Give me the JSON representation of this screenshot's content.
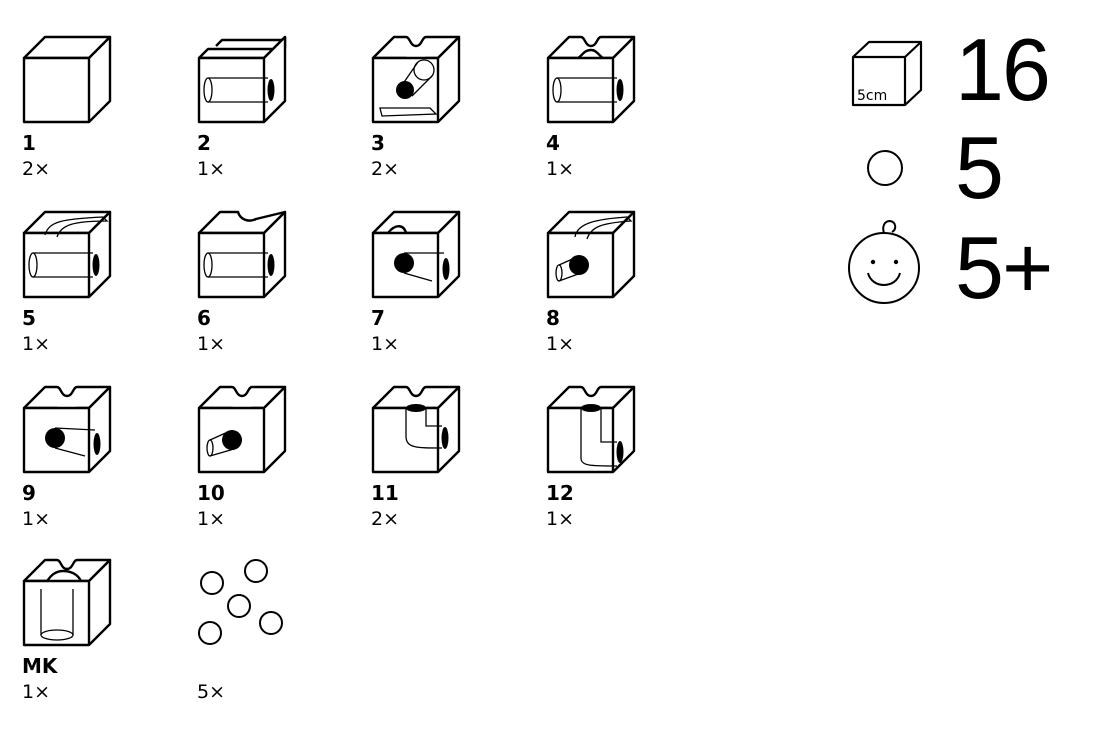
{
  "parts": [
    {
      "number": "1",
      "count": "2×",
      "icon": "plain-cube-icon"
    },
    {
      "number": "2",
      "count": "1×",
      "icon": "double-groove-tube-cube-icon"
    },
    {
      "number": "3",
      "count": "2×",
      "icon": "diagonal-tube-cube-icon"
    },
    {
      "number": "4",
      "count": "1×",
      "icon": "cross-groove-tube-cube-icon"
    },
    {
      "number": "5",
      "count": "1×",
      "icon": "curve-groove-tube-cube-icon"
    },
    {
      "number": "6",
      "count": "1×",
      "icon": "notch-tube-cube-icon"
    },
    {
      "number": "7",
      "count": "1×",
      "icon": "notch-front-hole-right-cube-icon"
    },
    {
      "number": "8",
      "count": "1×",
      "icon": "curve-front-hole-left-cube-icon"
    },
    {
      "number": "9",
      "count": "1×",
      "icon": "groove-front-hole-right-cube-icon"
    },
    {
      "number": "10",
      "count": "1×",
      "icon": "groove-front-hole-left-cube-icon"
    },
    {
      "number": "11",
      "count": "2×",
      "icon": "drop-tube-right-cube-icon"
    },
    {
      "number": "12",
      "count": "1×",
      "icon": "drop-tube-long-cube-icon"
    },
    {
      "number": "MK",
      "count": "1×",
      "icon": "vertical-cylinder-cube-icon"
    },
    {
      "number": "",
      "count": "5×",
      "icon": "marbles-icon"
    }
  ],
  "summary": {
    "cube_size_label": "5cm",
    "cube_count": "16",
    "marble_count": "5",
    "age": "5+"
  }
}
